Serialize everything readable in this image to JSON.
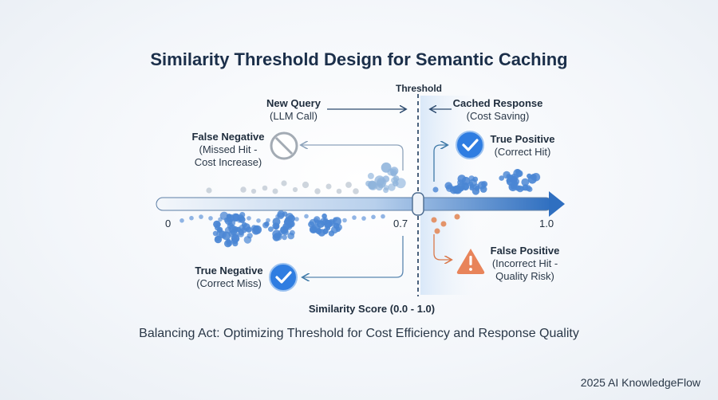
{
  "title": "Similarity Threshold Design for Semantic Caching",
  "threshold_label": "Threshold",
  "new_query": {
    "title": "New Query",
    "sub": "(LLM Call)"
  },
  "cached_response": {
    "title": "Cached Response",
    "sub": "(Cost Saving)"
  },
  "false_negative": {
    "title": "False Negative",
    "sub1": "(Missed Hit -",
    "sub2": "Cost Increase)"
  },
  "true_positive": {
    "title": "True Positive",
    "sub": "(Correct Hit)"
  },
  "true_negative": {
    "title": "True Negative",
    "sub": "(Correct Miss)"
  },
  "false_positive": {
    "title": "False Positive",
    "sub1": "(Incorrect Hit -",
    "sub2": "Quality Risk)"
  },
  "axis": {
    "min": "0",
    "threshold_tick": "0.7",
    "max": "1.0",
    "title": "Similarity Score (0.0 - 1.0)"
  },
  "subtitle": "Balancing Act: Optimizing Threshold for Cost Efficiency and Response Quality",
  "footer": "2025 AI KnowledgeFlow",
  "colors": {
    "dot_blue": "#4a86d4",
    "dot_gray": "#b9c3cf",
    "dot_orange": "#e2895a",
    "check_blue": "#2f7de1",
    "warning_orange": "#e8845a",
    "no_gray": "#8d96a0"
  }
}
